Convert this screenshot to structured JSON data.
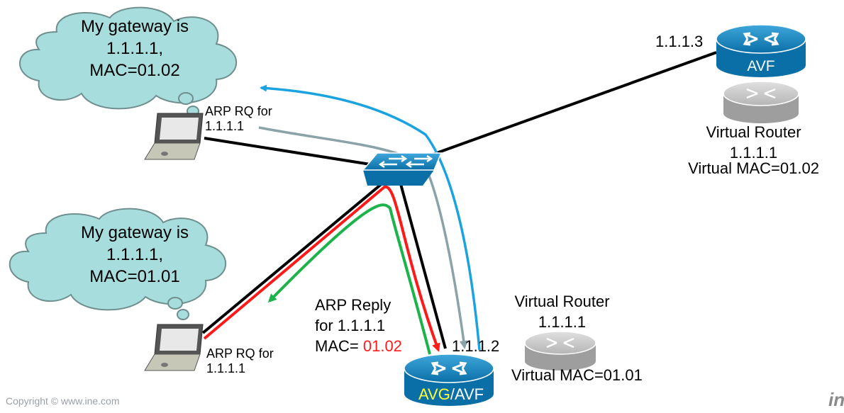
{
  "clouds": {
    "top": {
      "lines": [
        "My gateway is",
        "1.1.1.1,",
        "MAC=01.02"
      ]
    },
    "bottom": {
      "lines": [
        "My gateway is",
        "1.1.1.1,",
        "MAC=01.01"
      ]
    }
  },
  "labels": {
    "arp_rq_top": [
      "ARP RQ for",
      "1.1.1.1"
    ],
    "arp_rq_bottom": [
      "ARP RQ for",
      "1.1.1.1"
    ],
    "arp_reply": [
      "ARP Reply",
      "for 1.1.1.1"
    ],
    "arp_reply_mac_prefix": "MAC= ",
    "arp_reply_mac_value": "01.02",
    "avf_ip": "1.1.1.3",
    "avg_ip": "1.1.1.2",
    "virtual_router_top": [
      "Virtual Router",
      "1.1.1.1",
      "Virtual MAC=01.02"
    ],
    "virtual_router_bottom": [
      "Virtual Router",
      "1.1.1.1",
      "Virtual MAC=01.01"
    ]
  },
  "routers": {
    "avf": {
      "label": "AVF"
    },
    "avg_part": "AVG",
    "avf_part": "/AVF"
  },
  "footer": {
    "copyright": "Copyright © www.ine.com",
    "logo": "in"
  },
  "colors": {
    "router_blue": "#0b7bb3",
    "virtual_grey": "#a8a8a8",
    "cloud_fill": "#a8dddd",
    "arrow_blue": "#1aa3e0",
    "arrow_grey": "#8aa3a8",
    "arrow_red": "#ff1a1a",
    "arrow_green": "#1cb34a",
    "link_black": "#000000"
  }
}
